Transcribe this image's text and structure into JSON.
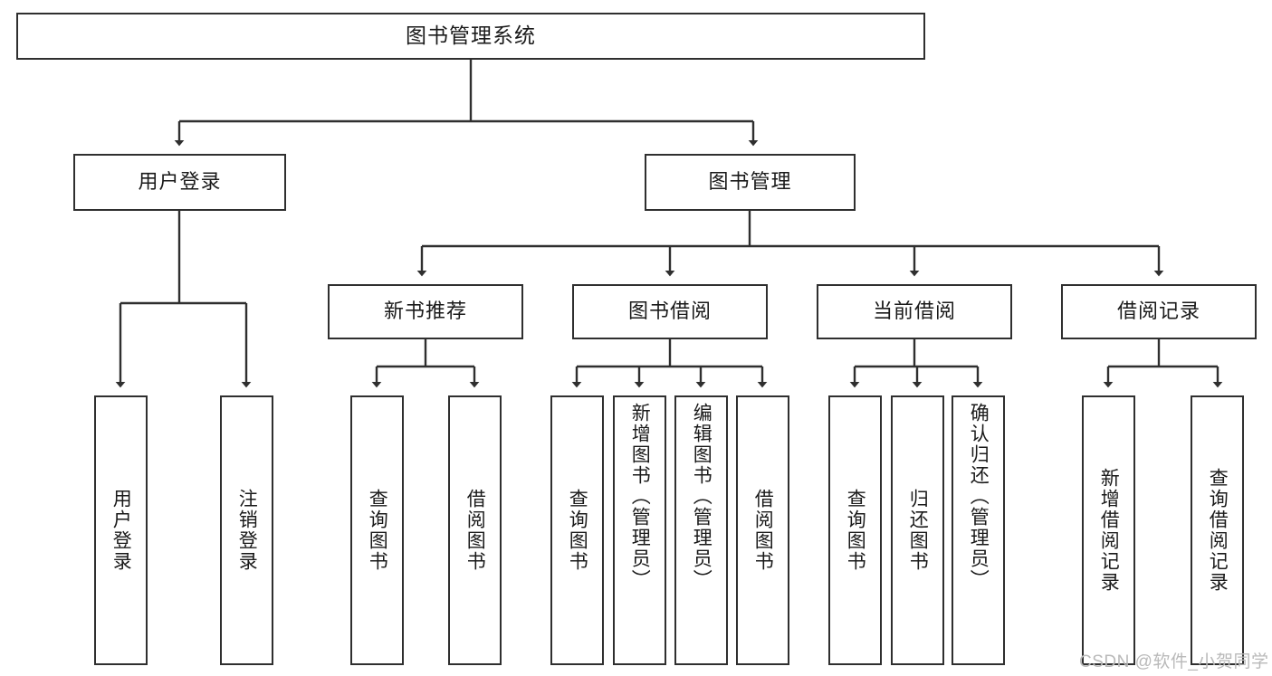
{
  "diagram": {
    "title": "图书管理系统",
    "type": "tree-hierarchy",
    "stroke_color": "#2f2f2f",
    "fill_color": "#ffffff",
    "text_color": "#1a1a1a",
    "root": {
      "label": "图书管理系统"
    },
    "level2": [
      {
        "label": "用户登录"
      },
      {
        "label": "图书管理"
      }
    ],
    "level3": [
      {
        "label": "新书推荐"
      },
      {
        "label": "图书借阅"
      },
      {
        "label": "当前借阅"
      },
      {
        "label": "借阅记录"
      }
    ],
    "leaves": {
      "user_login": [
        {
          "label": "用户登录"
        },
        {
          "label": "注销登录"
        }
      ],
      "new_book": [
        {
          "label": "查询图书"
        },
        {
          "label": "借阅图书"
        }
      ],
      "book_borrow": [
        {
          "label": "查询图书"
        },
        {
          "label": "新增图书（管理员）"
        },
        {
          "label": "编辑图书（管理员）"
        },
        {
          "label": "借阅图书"
        }
      ],
      "current_borrow": [
        {
          "label": "查询图书"
        },
        {
          "label": "归还图书"
        },
        {
          "label": "确认归还（管理员）"
        }
      ],
      "borrow_record": [
        {
          "label": "新增借阅记录"
        },
        {
          "label": "查询借阅记录"
        }
      ]
    }
  },
  "watermark": {
    "text": "CSDN @软件_小贺同学"
  }
}
